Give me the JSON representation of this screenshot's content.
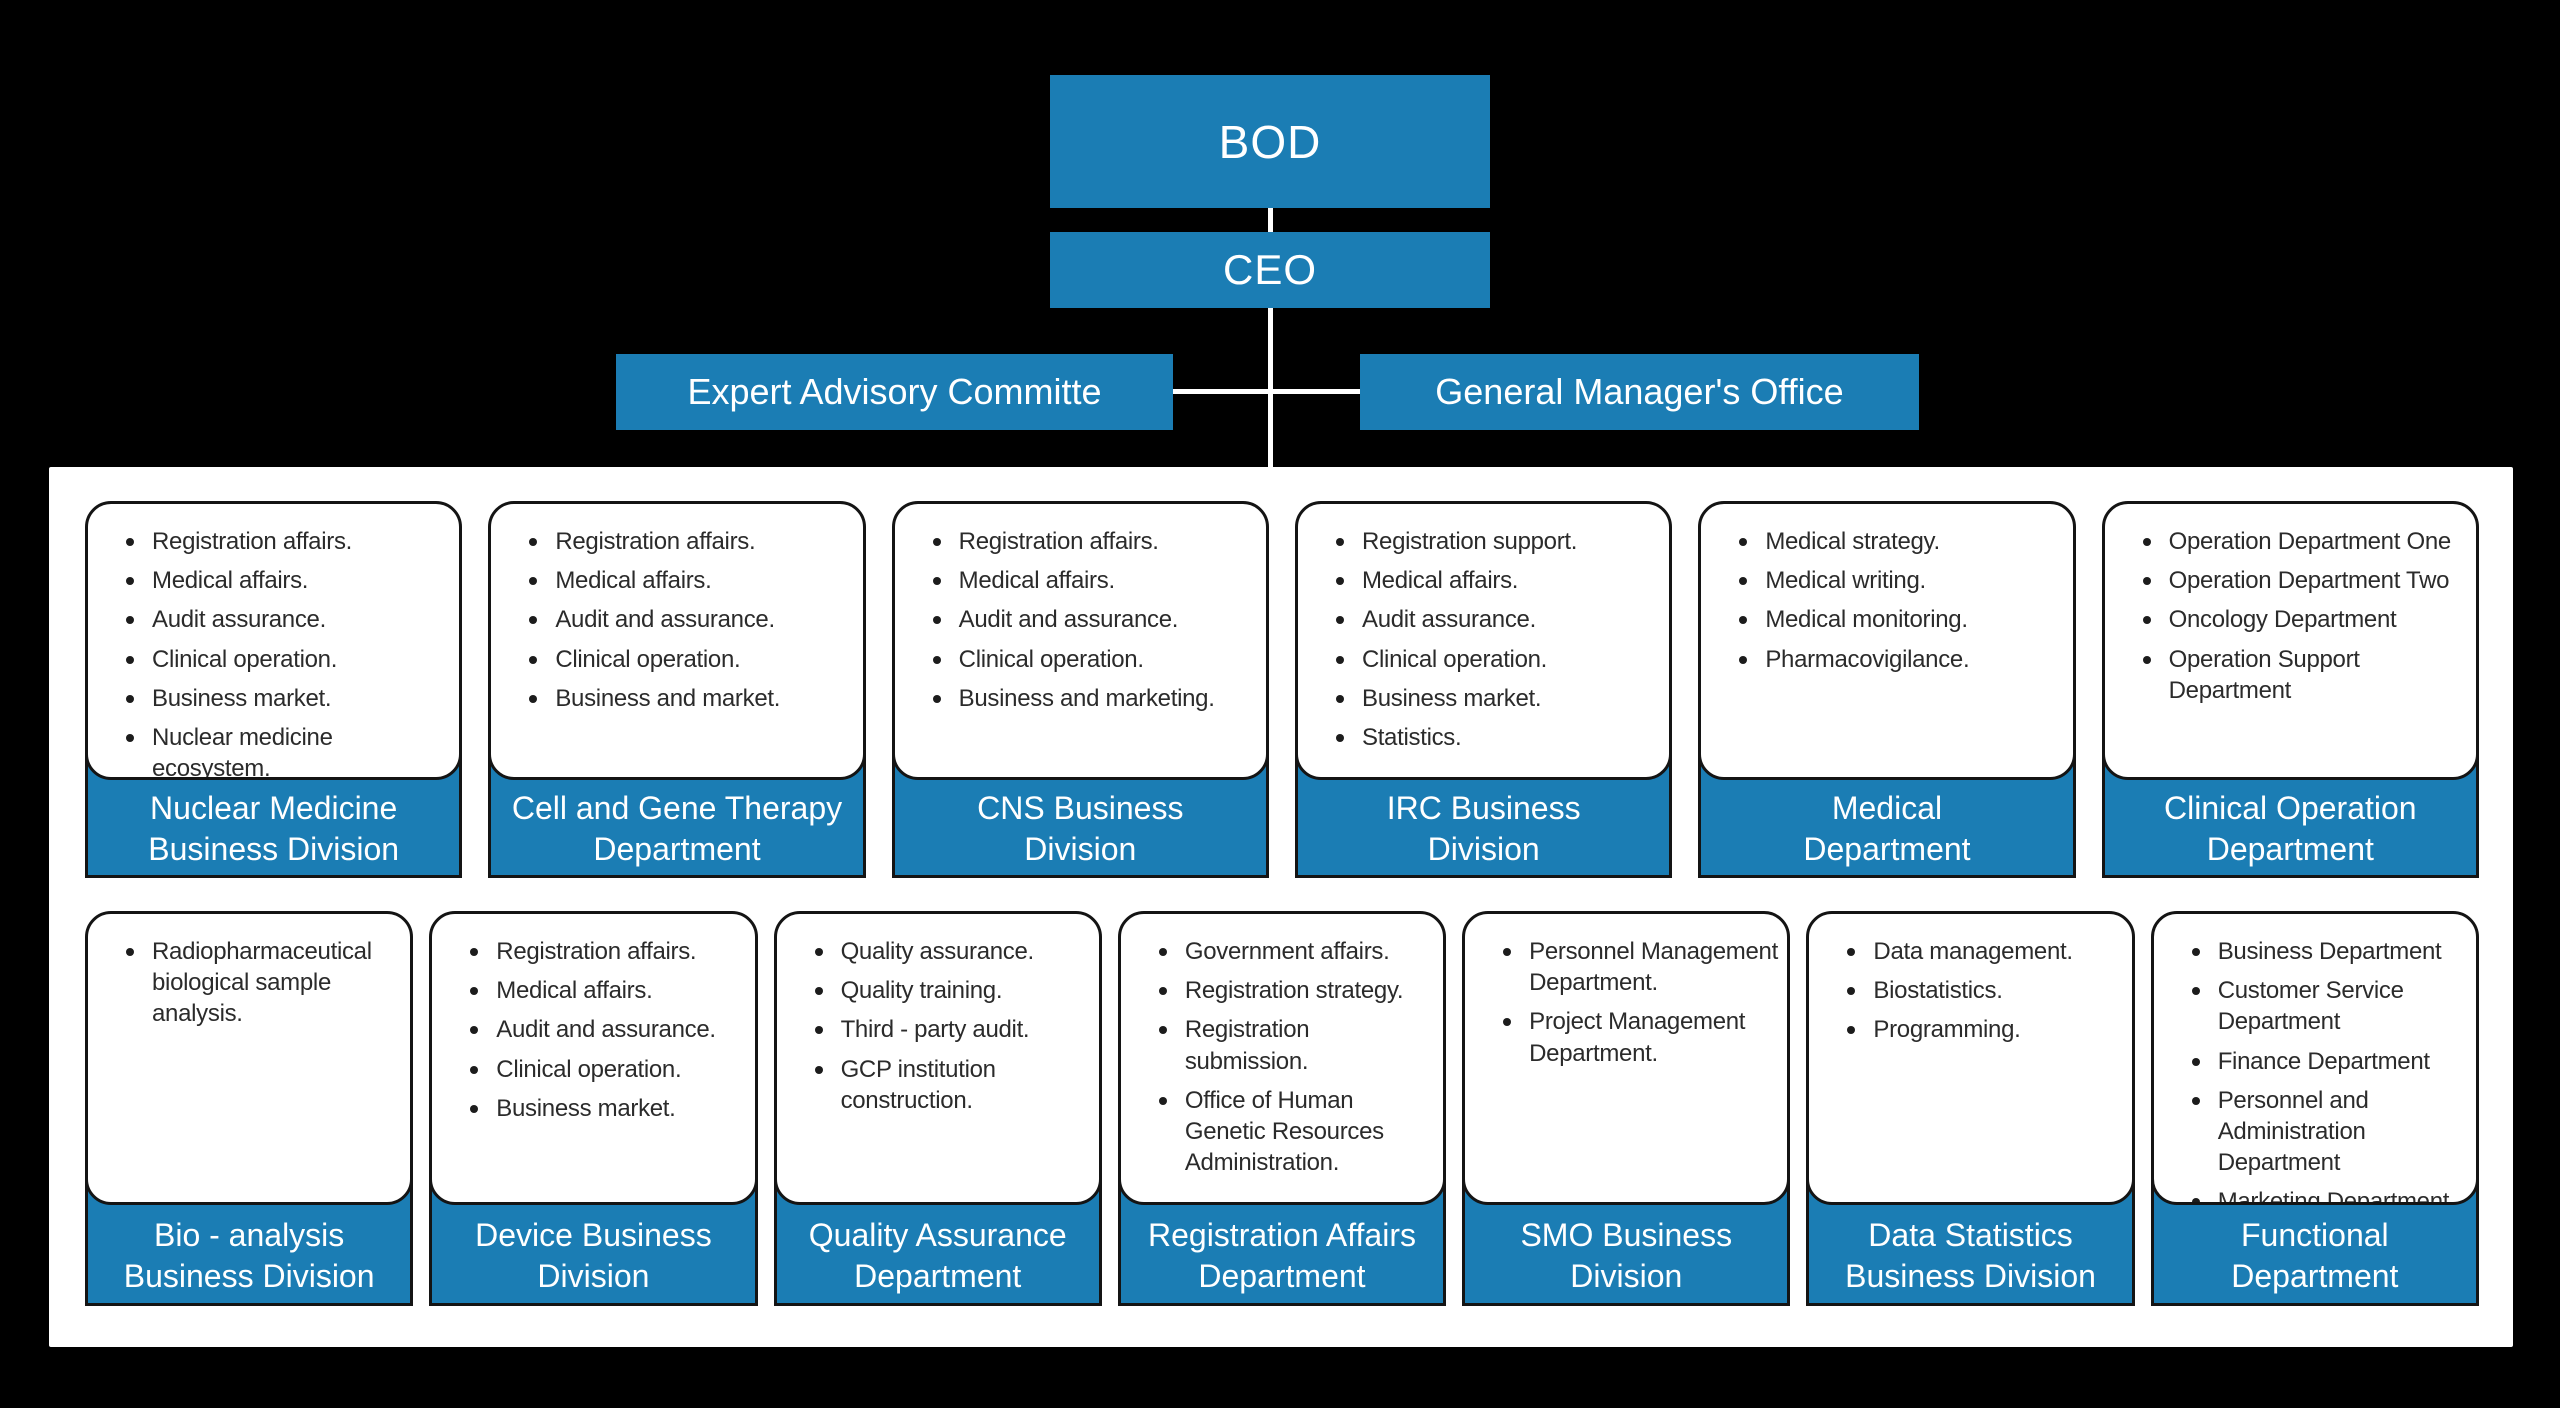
{
  "top": {
    "bod": "BOD",
    "ceo": "CEO",
    "expert_advisory": "Expert Advisory Committe",
    "general_manager": "General Manager's Office"
  },
  "colors": {
    "accent_blue": "#1b7db4",
    "background": "#000000",
    "panel": "#ffffff",
    "card_border": "#141414",
    "connector": "#ffffff"
  },
  "rows": [
    {
      "departments": [
        {
          "title": "Nuclear Medicine\nBusiness Division",
          "functions": [
            "Registration affairs.",
            "Medical affairs.",
            "Audit assurance.",
            "Clinical operation.",
            "Business market.",
            "Nuclear medicine ecosystem."
          ]
        },
        {
          "title": "Cell and Gene Therapy\nDepartment",
          "functions": [
            "Registration affairs.",
            "Medical affairs.",
            "Audit and assurance.",
            "Clinical operation.",
            "Business and market."
          ]
        },
        {
          "title": "CNS Business\nDivision",
          "functions": [
            "Registration affairs.",
            "Medical affairs.",
            "Audit and assurance.",
            "Clinical operation.",
            "Business and marketing."
          ]
        },
        {
          "title": "IRC Business\nDivision",
          "functions": [
            "Registration support.",
            "Medical affairs.",
            "Audit assurance.",
            "Clinical operation.",
            "Business market.",
            "Statistics."
          ]
        },
        {
          "title": "Medical\nDepartment",
          "functions": [
            "Medical strategy.",
            "Medical writing.",
            "Medical monitoring.",
            "Pharmacovigilance."
          ]
        },
        {
          "title": "Clinical Operation\nDepartment",
          "functions": [
            "Operation Department One",
            "Operation Department Two",
            "Oncology Department",
            "Operation Support Department"
          ]
        }
      ]
    },
    {
      "departments": [
        {
          "title": "Bio - analysis\nBusiness Division",
          "functions": [
            "Radiopharmaceutical biological sample analysis."
          ]
        },
        {
          "title": "Device Business\nDivision",
          "functions": [
            "Registration affairs.",
            "Medical affairs.",
            "Audit and assurance.",
            "Clinical operation.",
            "Business market."
          ]
        },
        {
          "title": "Quality Assurance\nDepartment",
          "functions": [
            "Quality assurance.",
            "Quality training.",
            "Third - party audit.",
            "GCP institution construction."
          ]
        },
        {
          "title": "Registration Affairs\nDepartment",
          "functions": [
            "Government affairs.",
            "Registration strategy.",
            "Registration submission.",
            "Office of Human Genetic Resources Administration."
          ]
        },
        {
          "title": "SMO Business\nDivision",
          "functions": [
            "Personnel Management Department.",
            "Project Management Department."
          ]
        },
        {
          "title": "Data Statistics\nBusiness Division",
          "functions": [
            "Data management.",
            "Biostatistics.",
            "Programming."
          ]
        },
        {
          "title": "Functional\nDepartment",
          "functions": [
            "Business Department",
            "Customer Service Department",
            "Finance Department",
            "Personnel and Administration Department",
            "Marketing Department"
          ]
        }
      ]
    }
  ]
}
